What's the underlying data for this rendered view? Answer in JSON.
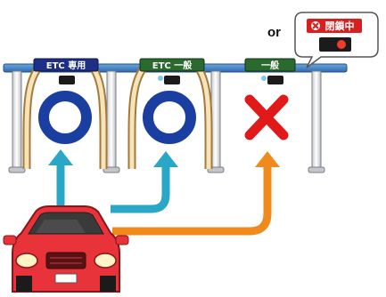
{
  "connector_text": "or",
  "closed_sign": {
    "icon": "x-mark-icon",
    "label": "閉鎖中"
  },
  "lanes": [
    {
      "sign_label": "ETC 専用",
      "sign_color": "#1d2f86",
      "status": "open",
      "status_symbol": "O"
    },
    {
      "sign_label": "ETC 一般",
      "sign_color": "#2b6a2e",
      "status": "open",
      "status_symbol": "O"
    },
    {
      "sign_label": "一般",
      "sign_color": "#2b6a2e",
      "status": "closed",
      "status_symbol": "X"
    }
  ],
  "colors": {
    "open_mark": "#1a3fa0",
    "closed_mark": "#e11919",
    "arrow_blue": "#2aa7c7",
    "arrow_orange": "#f08a1d",
    "car_body": "#e8333a",
    "canopy": "#3f7fc4"
  }
}
